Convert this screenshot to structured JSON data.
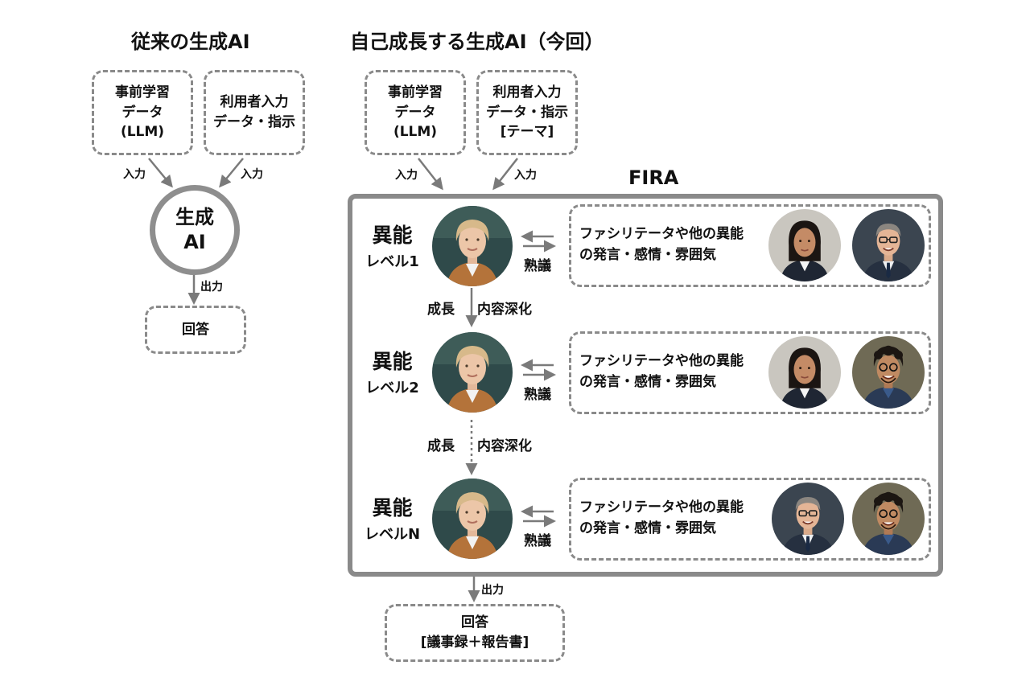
{
  "conventional": {
    "title": "従来の生成AI",
    "box_pretrain": [
      "事前学習",
      "データ",
      "(LLM)"
    ],
    "box_user": [
      "利用者入力",
      "データ・指示"
    ],
    "input_label_left": "入力",
    "input_label_right": "入力",
    "ai_line1": "生成",
    "ai_line2": "AI",
    "output_label": "出力",
    "answer": "回答"
  },
  "proposed": {
    "title": "自己成長する生成AI（今回）",
    "box_pretrain": [
      "事前学習",
      "データ",
      "(LLM)"
    ],
    "box_user": [
      "利用者入力",
      "データ・指示",
      "[テーマ]"
    ],
    "input_label_left": "入力",
    "input_label_right": "入力",
    "fira_label": "FIRA",
    "levels": [
      {
        "name": "異能",
        "level": "レベル1",
        "discussion": "熟議"
      },
      {
        "name": "異能",
        "level": "レベル2",
        "discussion": "熟議"
      },
      {
        "name": "異能",
        "level": "レベルN",
        "discussion": "熟議"
      }
    ],
    "peer_text_line1": "ファシリテータや他の異能",
    "peer_text_line2": "の発言・感情・雰囲気",
    "growth_1": "成長",
    "deepen_1": "内容深化",
    "growth_2": "成長",
    "deepen_2": "内容深化",
    "output_label": "出力",
    "answer": [
      "回答",
      "[議事録＋報告書]"
    ]
  },
  "colors": {
    "gray": "#8a8a8a",
    "arrow": "#7a7a7a"
  },
  "icons": [
    "senior-woman-avatar",
    "woman-avatar",
    "man-glasses-avatar",
    "man-curly-hair-avatar"
  ]
}
